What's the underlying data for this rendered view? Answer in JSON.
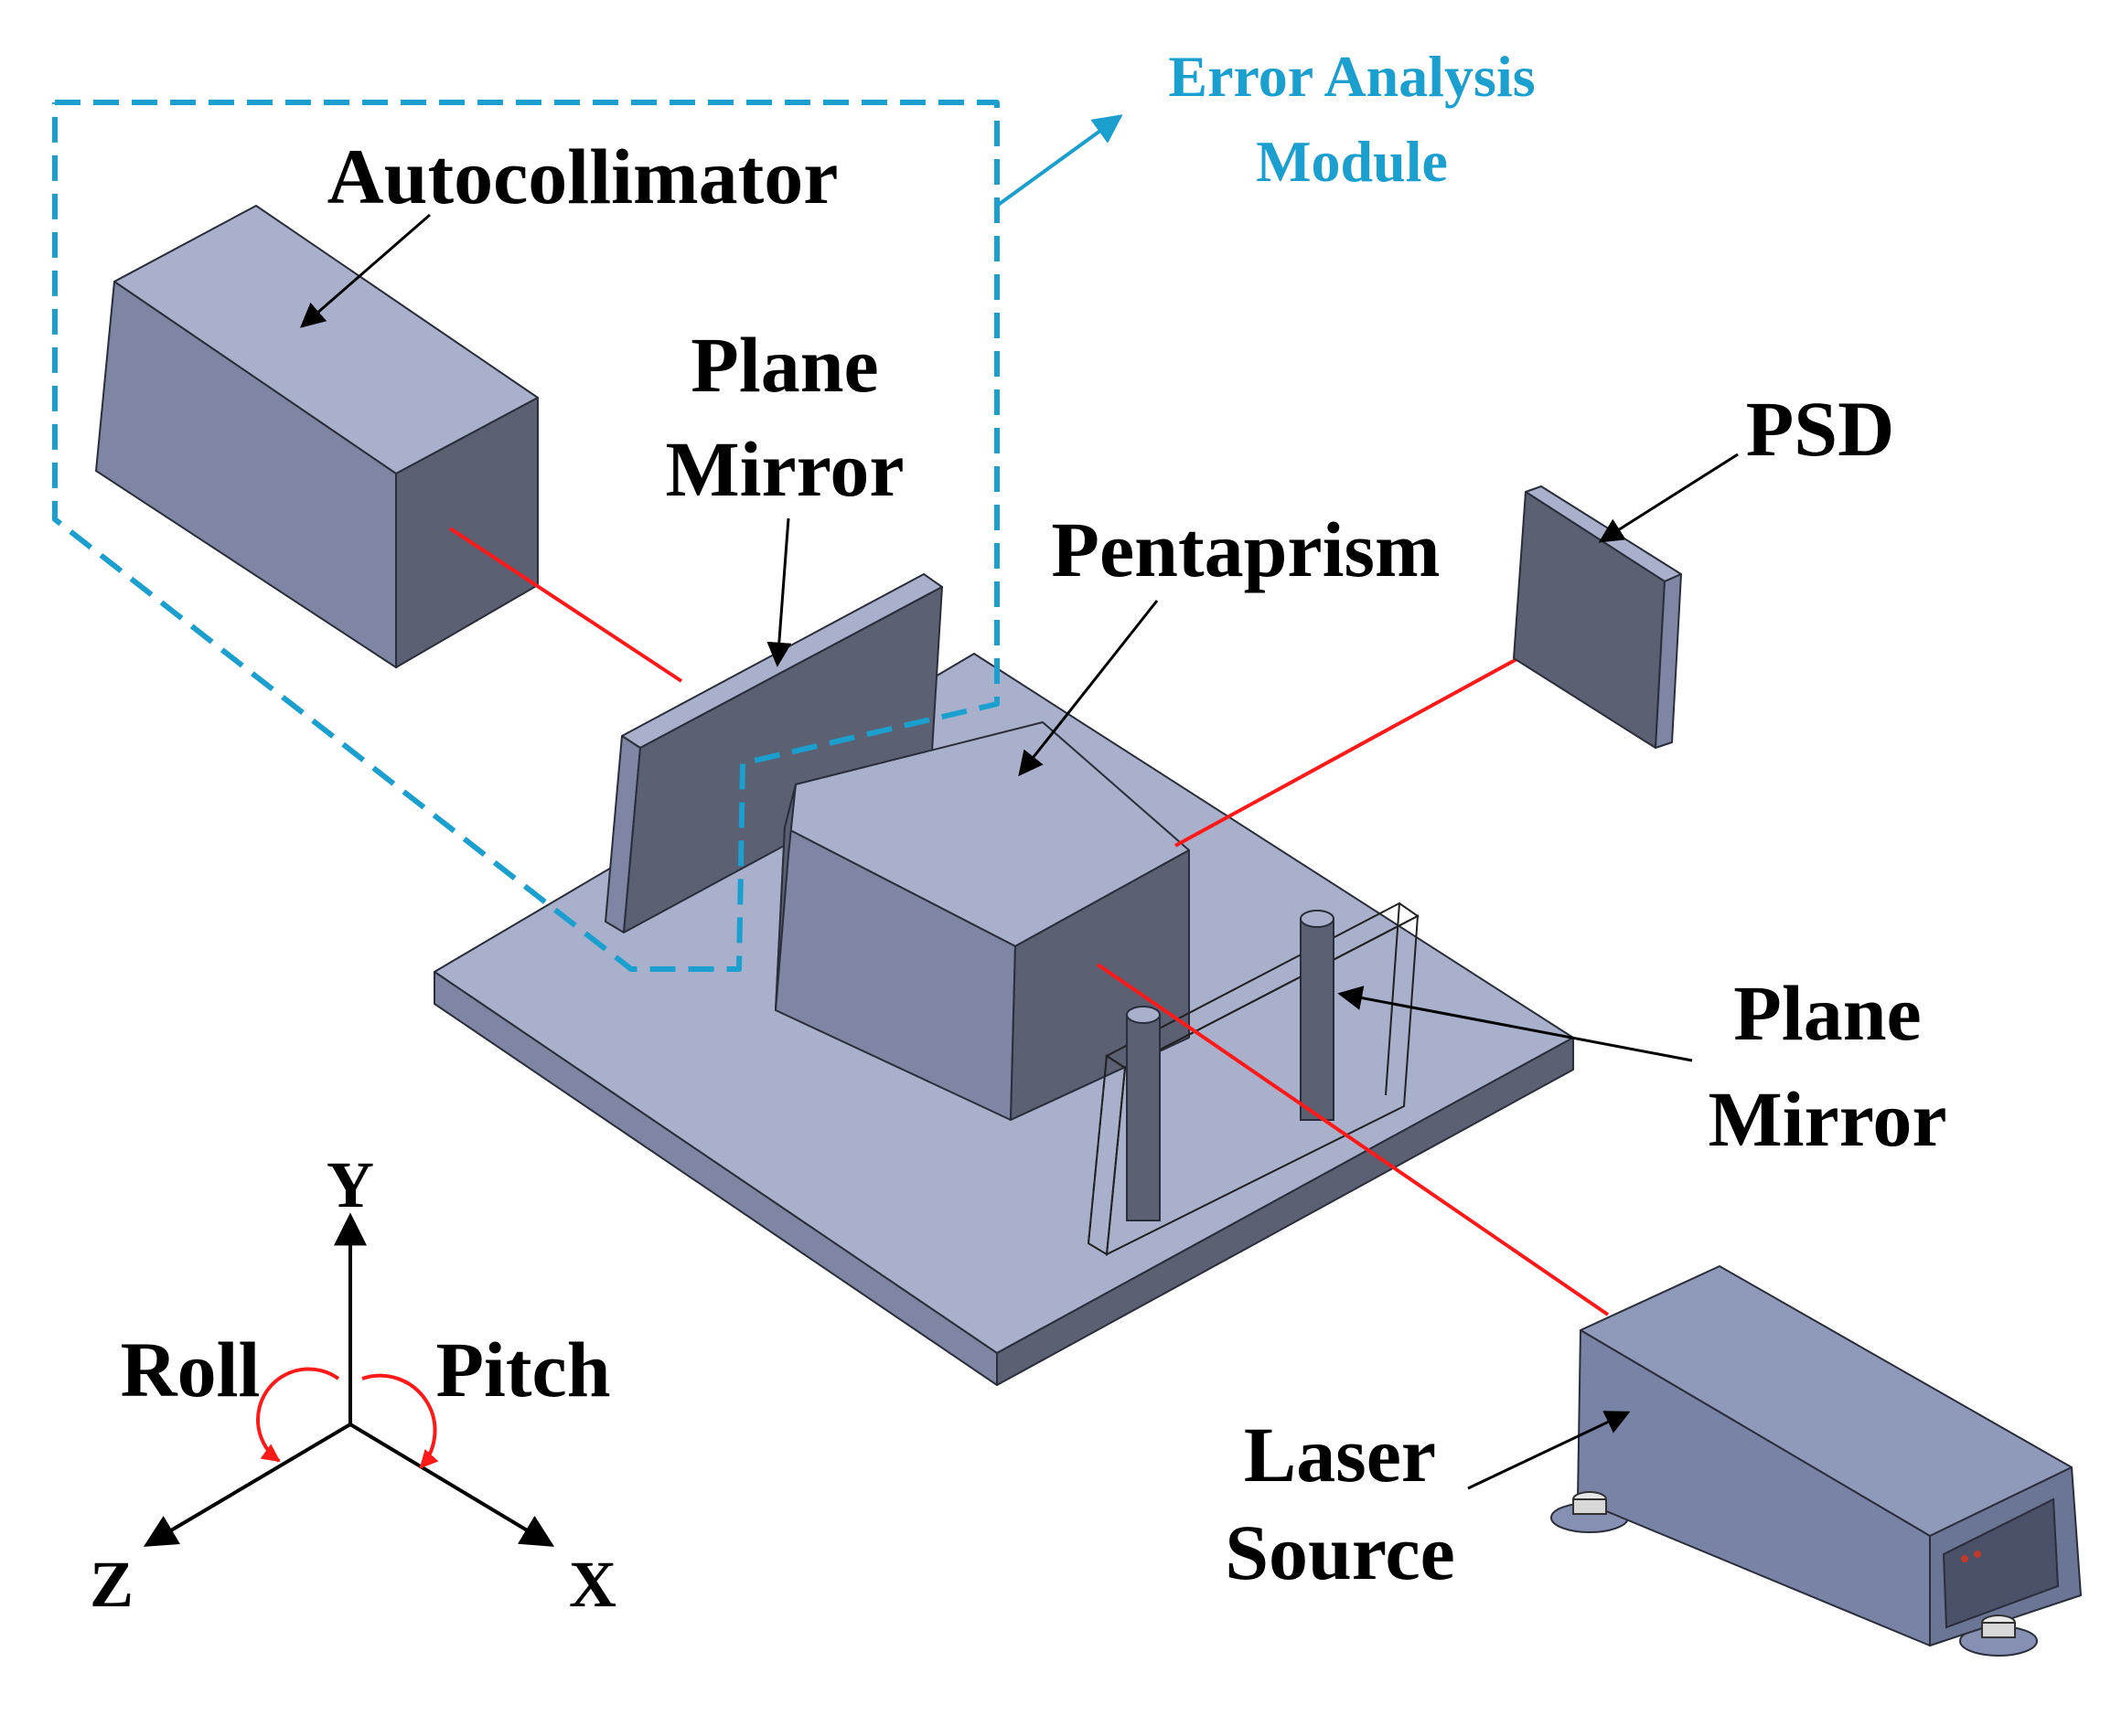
{
  "labels": {
    "error_module_line1": "Error Analysis",
    "error_module_line2": "Module",
    "autocollimator": "Autocollimator",
    "plane_mirror_1_line1": "Plane",
    "plane_mirror_1_line2": "Mirror",
    "pentaprism": "Pentaprism",
    "psd": "PSD",
    "plane_mirror_2_line1": "Plane",
    "plane_mirror_2_line2": "Mirror",
    "laser_line1": "Laser",
    "laser_line2": "Source"
  },
  "axes": {
    "y": "Y",
    "x": "X",
    "z": "Z",
    "roll": "Roll",
    "pitch": "Pitch"
  },
  "colors": {
    "module_outline": "#1a9fcf",
    "beam": "#ff1a1a",
    "face_top": "#a9b0cc",
    "face_front": "#7e86a3",
    "face_side": "#5b6073",
    "laser_body": "#8590b3",
    "laser_dark": "#6b7596"
  }
}
